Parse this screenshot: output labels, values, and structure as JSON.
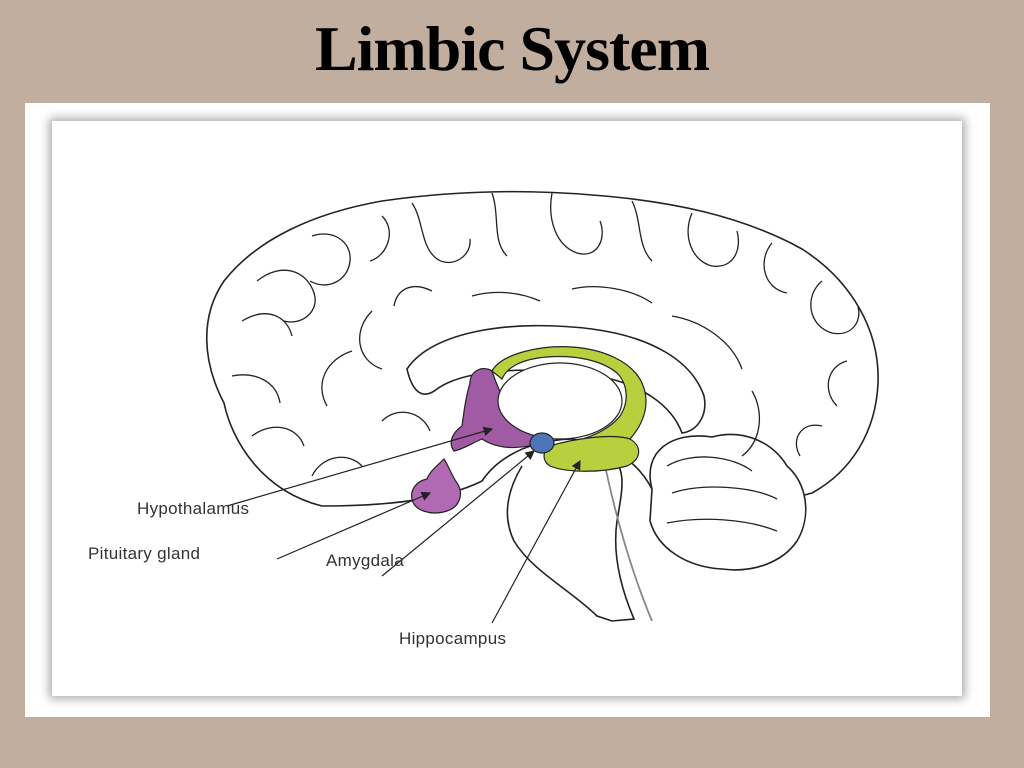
{
  "title": "Limbic System",
  "diagram": {
    "labels": {
      "hypothalamus": "Hypothalamus",
      "pituitary": "Pituitary gland",
      "amygdala": "Amygdala",
      "hippocampus": "Hippocampus"
    },
    "colors": {
      "slide_background": "#c2ae9e",
      "outline": "#222222",
      "hypothalamus_fill": "#a15aa4",
      "pituitary_fill": "#b069b2",
      "amygdala_fill": "#4f74b8",
      "limbic_ring_fill": "#b8cf3e",
      "label_text": "#333333"
    }
  }
}
